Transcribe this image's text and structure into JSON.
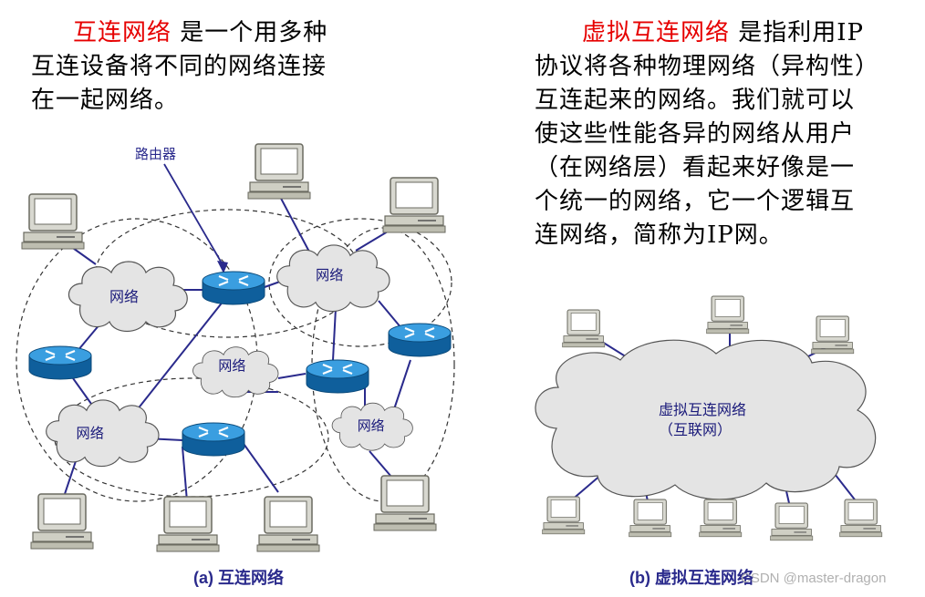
{
  "left_text": {
    "highlight": "互连网络",
    "line1_rest": " 是一个用多种",
    "line2": "互连设备将不同的网络连接",
    "line3": "在一起网络。"
  },
  "right_text": {
    "highlight": "虚拟互连网络",
    "line1_rest": " 是指利用IP",
    "line2": "协议将各种物理网络（异构性）",
    "line3": "互连起来的网络。我们就可以",
    "line4": "使这些性能各异的网络从用户",
    "line5": "（在网络层）看起来好像是一",
    "line6": "个统一的网络，它一个逻辑互",
    "line7": "连网络，简称为IP网。"
  },
  "diagram_a": {
    "router_label": "路由器",
    "cloud_label": "网络",
    "caption": "(a) 互连网络"
  },
  "diagram_b": {
    "cloud_label_line1": "虚拟互连网络",
    "cloud_label_line2": "（互联网）",
    "caption": "(b) 虚拟互连网络"
  },
  "watermark": "CSDN @master-dragon",
  "colors": {
    "highlight": "#e60000",
    "router": "#1b7fc4",
    "link": "#2a2a8c"
  }
}
